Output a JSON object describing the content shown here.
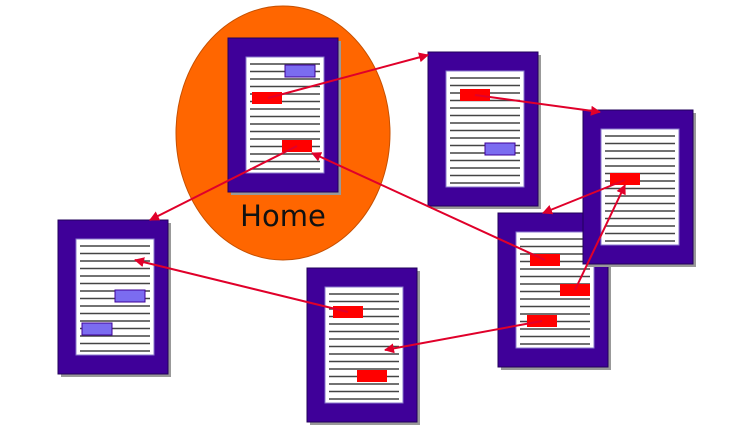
{
  "diagram": {
    "home_label": "Home",
    "colors": {
      "page_frame": "#3f0099",
      "page_paper": "#ffffff",
      "home_circle": "#ff6600",
      "link_local": "#ff0000",
      "link_anchor": "#7b6cf0",
      "arrow": "#e0002a"
    },
    "pages": [
      "home",
      "page-2",
      "page-3",
      "page-4",
      "page-5",
      "page-6"
    ]
  }
}
